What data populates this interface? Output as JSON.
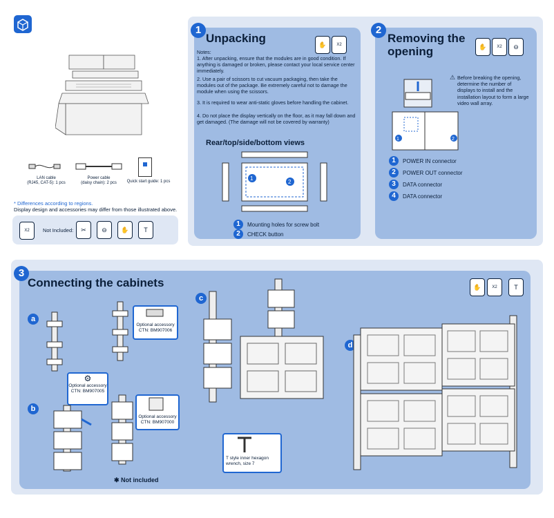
{
  "box_contents": {
    "items": [
      {
        "label": "LAN cable\n(RJ45, CAT-5): 1 pcs"
      },
      {
        "label": "Power cable\n(daisy chain): 2 pcs"
      },
      {
        "label": "Quick start guide: 1 pcs"
      }
    ],
    "regions_note": "* Differences according to regions.",
    "design_note": "Display design and accessories may differ from those illustrated above.",
    "not_included_label": "Not Included:"
  },
  "section1": {
    "number": "1",
    "title": "Unpacking",
    "persons": "X2",
    "notes_heading": "Notes:",
    "notes": [
      "1. After unpacking, ensure that the modules are in good condition. If anything is damaged or broken, please contact your local service center immediately.",
      "2. Use a pair of scissors to cut vacuum packaging, then take the modules out of the package. Be extremely careful not to damage the module when using the scissors.",
      "3. It is required to wear anti-static gloves before handling the cabinet.",
      "4. Do not place the display vertically on the floor, as it may fall down and get damaged. (The damage will not be covered by warranty)"
    ],
    "views_title": "Rear/top/side/bottom views",
    "legend": [
      {
        "num": "1",
        "text": "Mounting holes for screw bolt"
      },
      {
        "num": "2",
        "text": "CHECK button"
      }
    ]
  },
  "section2": {
    "number": "2",
    "title_line1": "Removing the",
    "title_line2": "opening",
    "persons": "X2",
    "warning": "Before breaking the opening, determine the number of displays to install and the installation layout to form a large video wall array.",
    "legend": [
      {
        "num": "1",
        "text": "POWER IN connector"
      },
      {
        "num": "2",
        "text": "POWER OUT connector"
      },
      {
        "num": "3",
        "text": "DATA connector"
      },
      {
        "num": "4",
        "text": "DATA connector"
      }
    ]
  },
  "section3": {
    "number": "3",
    "title": "Connecting the cabinets",
    "persons": "X2",
    "steps": [
      "a",
      "b",
      "c",
      "d"
    ],
    "callouts": {
      "a": "Optional accessory\nCTN: BM907006",
      "b1": "Optional accessory\nCTN: BM907005",
      "b2": "Optional accessory\nCTN: BM907000",
      "c": "T style inner hexagon\nwrench, size 7"
    },
    "not_included": "Not included"
  },
  "colors": {
    "accent": "#1f66d1",
    "panel_outer": "#dfe7f4",
    "panel_inner": "#9fbbe3",
    "text": "#0b1f3a"
  }
}
